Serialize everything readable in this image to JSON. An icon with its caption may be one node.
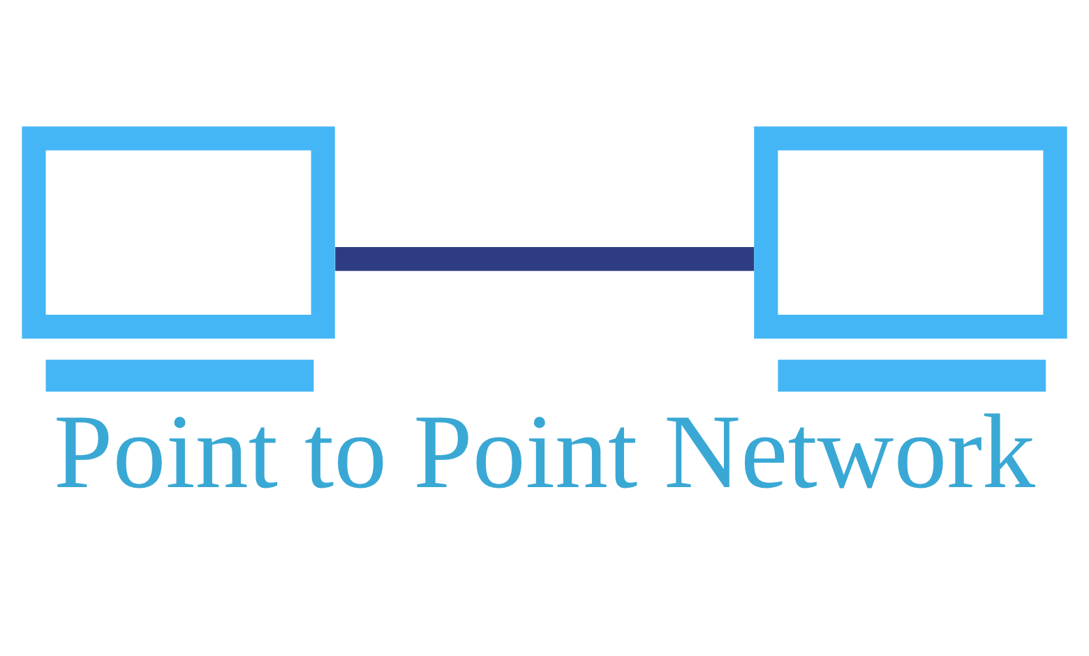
{
  "diagram": {
    "caption": "Point to Point Network",
    "nodes": [
      {
        "text": [],
        "shape": "computer"
      },
      {
        "text": [],
        "shape": "computer"
      }
    ],
    "edges": [
      {
        "from": 0,
        "to": 1,
        "arrow": "none"
      }
    ]
  }
}
